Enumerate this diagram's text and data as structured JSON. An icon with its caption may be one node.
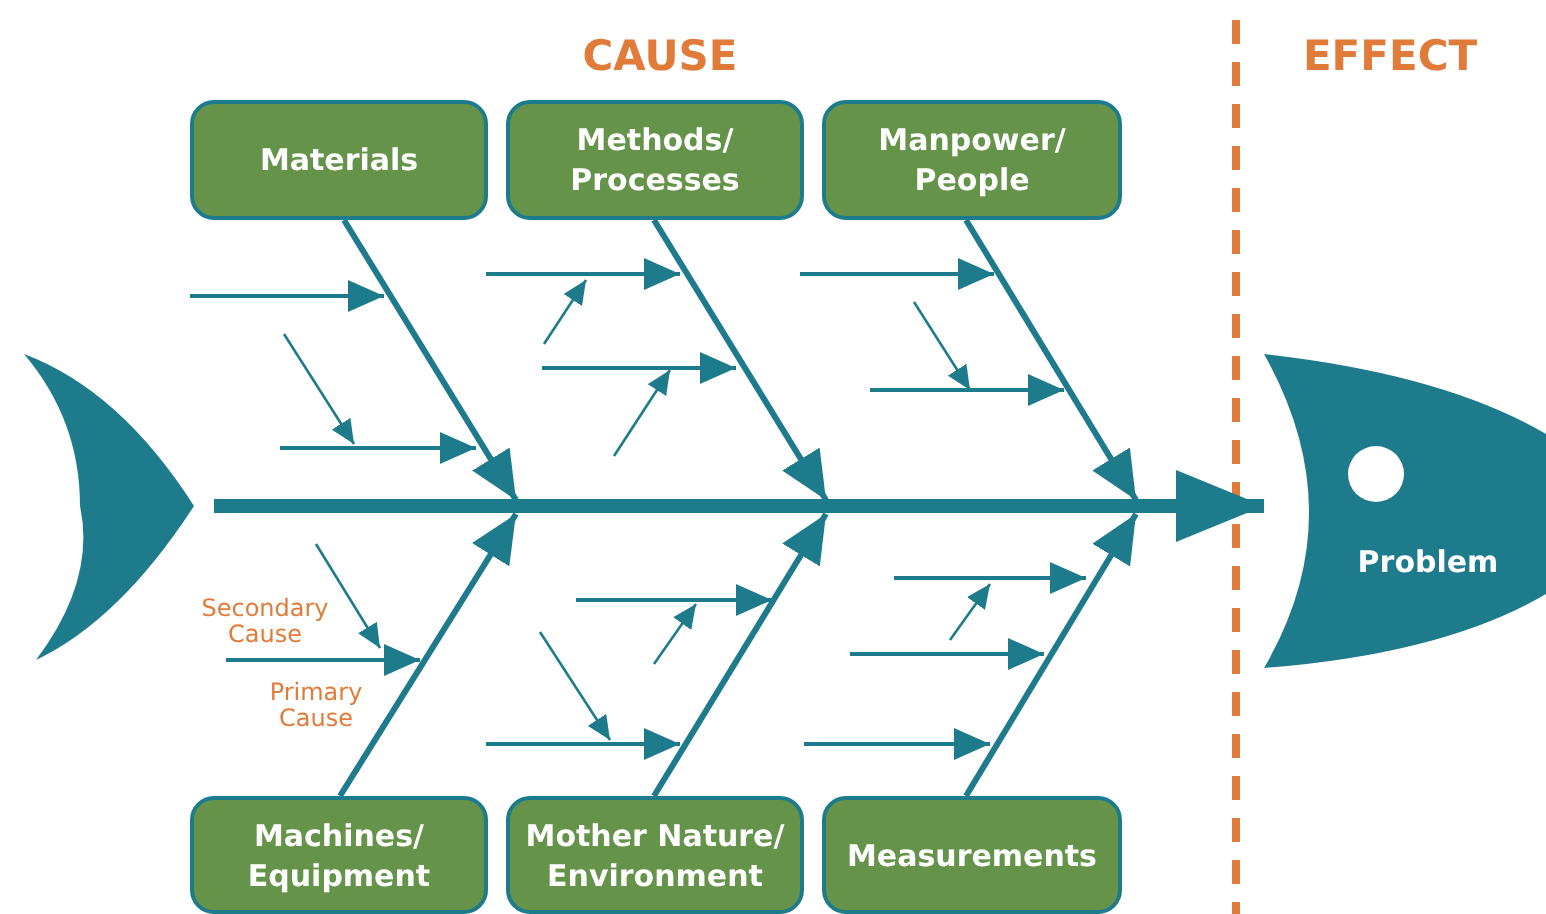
{
  "diagram": {
    "nodes": [
      {
        "text": [
          "Materials"
        ]
      },
      {
        "text": [
          "Methods/ Processes"
        ]
      },
      {
        "text": [
          "Manpower/ People"
        ]
      },
      {
        "text": [
          "Machines/ Equipment"
        ]
      },
      {
        "text": [
          "Mother Nature/ Environment"
        ]
      },
      {
        "text": [
          "Measurements"
        ]
      },
      {
        "text": [
          "Problem"
        ]
      }
    ],
    "edges": [
      {
        "from": 0,
        "to": null,
        "arrow": "to"
      },
      {
        "from": 1,
        "to": null,
        "arrow": "to"
      },
      {
        "from": 2,
        "to": null,
        "arrow": "to"
      },
      {
        "from": 3,
        "to": null,
        "arrow": "to"
      },
      {
        "from": 4,
        "to": null,
        "arrow": "to"
      },
      {
        "from": 5,
        "to": null,
        "arrow": "to"
      },
      {
        "from": null,
        "to": 6,
        "arrow": "to",
        "style": "thick"
      }
    ],
    "labels": [
      "CAUSE",
      "EFFECT",
      "Secondary Cause",
      "Primary Cause"
    ]
  }
}
